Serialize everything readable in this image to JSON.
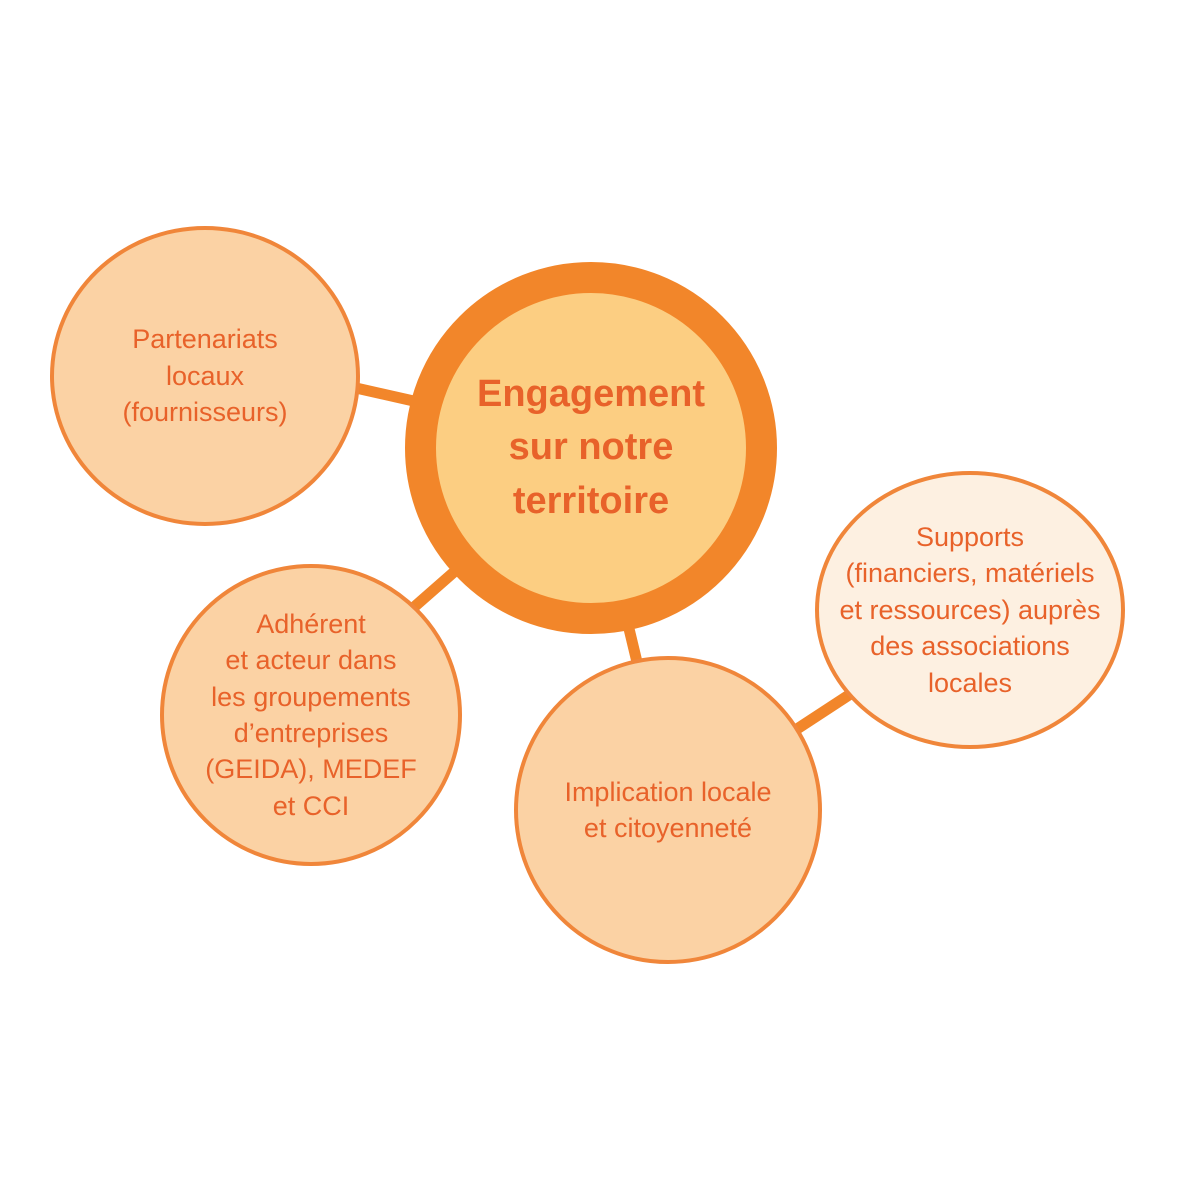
{
  "diagram": {
    "center": {
      "label": "Engagement\nsur notre\nterritoire"
    },
    "nodes": [
      {
        "id": "partenariats",
        "label": "Partenariats\nlocaux\n(fournisseurs)"
      },
      {
        "id": "adherent",
        "label": "Adhérent\net acteur dans\nles groupements\nd’entreprises\n(GEIDA), MEDEF\net CCI"
      },
      {
        "id": "implication",
        "label": "Implication locale\net citoyenneté"
      },
      {
        "id": "supports",
        "label": "Supports\n(financiers, matériels\net ressources) auprès\ndes associations\nlocales"
      }
    ],
    "colors": {
      "accent": "#f2862a",
      "text": "#e8622a",
      "center_fill": "#fcce82",
      "node_fill": "#fbd2a4",
      "light_fill": "#fdf0e1"
    }
  }
}
